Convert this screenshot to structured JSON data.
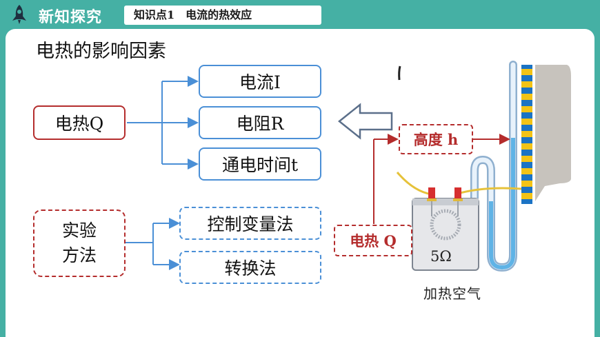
{
  "header": {
    "section": "新知探究",
    "breadcrumb": "知识点1　电流的热效应"
  },
  "main": {
    "title": "电热的影响因素",
    "heat": "电热Q",
    "factors": [
      "电流I",
      "电阻R",
      "通电时间t"
    ],
    "method_label": "实验方法",
    "methods": [
      "控制变量法",
      "转换法"
    ]
  },
  "apparatus": {
    "height_label": "高度 h",
    "heat_label": "电热 Q",
    "resistor": "5Ω",
    "caption": "加热空气"
  },
  "colors": {
    "background": "#45b0a4",
    "blue": "#4a8fd6",
    "red": "#b42c2c"
  }
}
